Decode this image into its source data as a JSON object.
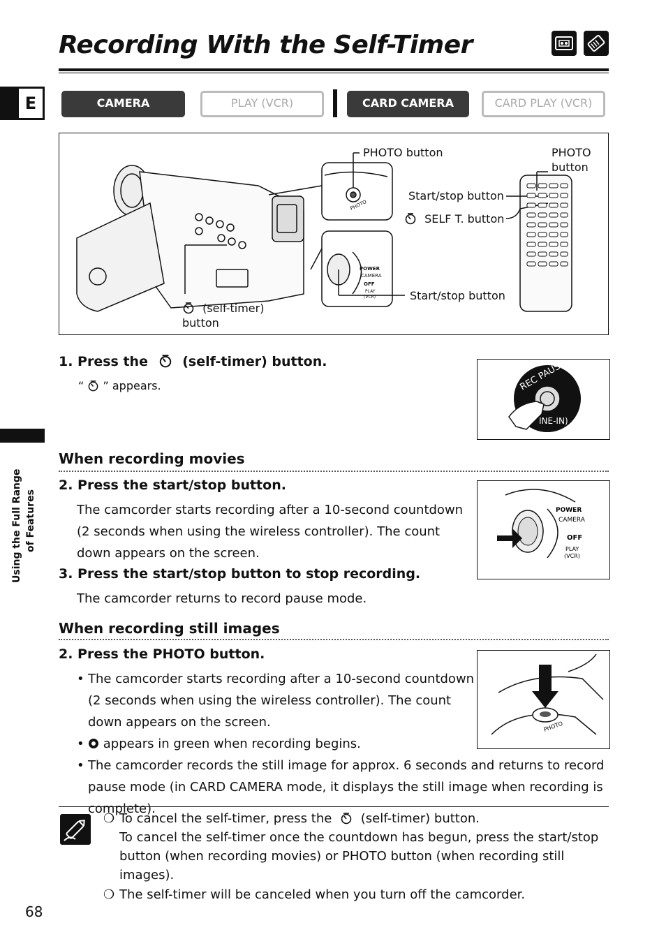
{
  "header": {
    "title": "Recording With the Self-Timer",
    "icons": [
      "tape-icon",
      "card-icon"
    ]
  },
  "language_tab": "E",
  "modes": [
    {
      "label": "CAMERA",
      "active": true
    },
    {
      "label": "PLAY (VCR)",
      "active": false
    },
    {
      "label": "CARD CAMERA",
      "active": true
    },
    {
      "label": "CARD PLAY (VCR)",
      "active": false
    }
  ],
  "diagram": {
    "photo_button": "PHOTO button",
    "remote_photo_1": "PHOTO",
    "remote_photo_2": "button",
    "remote_start_stop": "Start/stop button",
    "remote_self_t": "SELF T. button",
    "start_stop": "Start/stop button",
    "self_timer_1": "(self-timer)",
    "self_timer_2": "button",
    "dial_power": "POWER",
    "dial_camera": "CAMERA",
    "dial_off": "OFF",
    "dial_play": "PLAY",
    "dial_vcr": "(VCR)",
    "photo_engraving": "PHOTO"
  },
  "step1": {
    "prefix": "1. Press the",
    "suffix": "(self-timer) button.",
    "appears_open": "“",
    "appears_close": "” appears.",
    "fig_top": "REC PAUSE",
    "fig_bottom": "INE-IN)"
  },
  "section_movies": {
    "heading": "When recording movies",
    "step2_title": "2. Press the start/stop button.",
    "step2_body": "The camcorder starts recording after a 10-second countdown (2 seconds when using the wireless controller). The count down appears on the screen.",
    "step3_title": "3. Press the start/stop button to stop recording.",
    "step3_body": "The camcorder returns to record pause mode."
  },
  "section_still": {
    "heading": "When recording still images",
    "step2_title": "2. Press the PHOTO button.",
    "bullet1": "The camcorder starts recording after a 10-second countdown (2 seconds when using the wireless controller). The count down appears on the screen.",
    "bullet2": "appears in green when recording begins.",
    "bullet3": "The camcorder records the still image for approx. 6 seconds and returns to record pause mode (in CARD CAMERA mode, it displays the still image when recording is complete)."
  },
  "notes": {
    "note1_a": "To cancel the self-timer, press the",
    "note1_b": "(self-timer) button.",
    "note1_c": "To cancel the self-timer once the countdown has begun, press the start/stop button (when recording movies) or PHOTO button (when recording still images).",
    "note2": "The self-timer will be canceled when you turn off the camcorder."
  },
  "sidebar_label_1": "Using the Full Range",
  "sidebar_label_2": "of Features",
  "page_number": "68"
}
